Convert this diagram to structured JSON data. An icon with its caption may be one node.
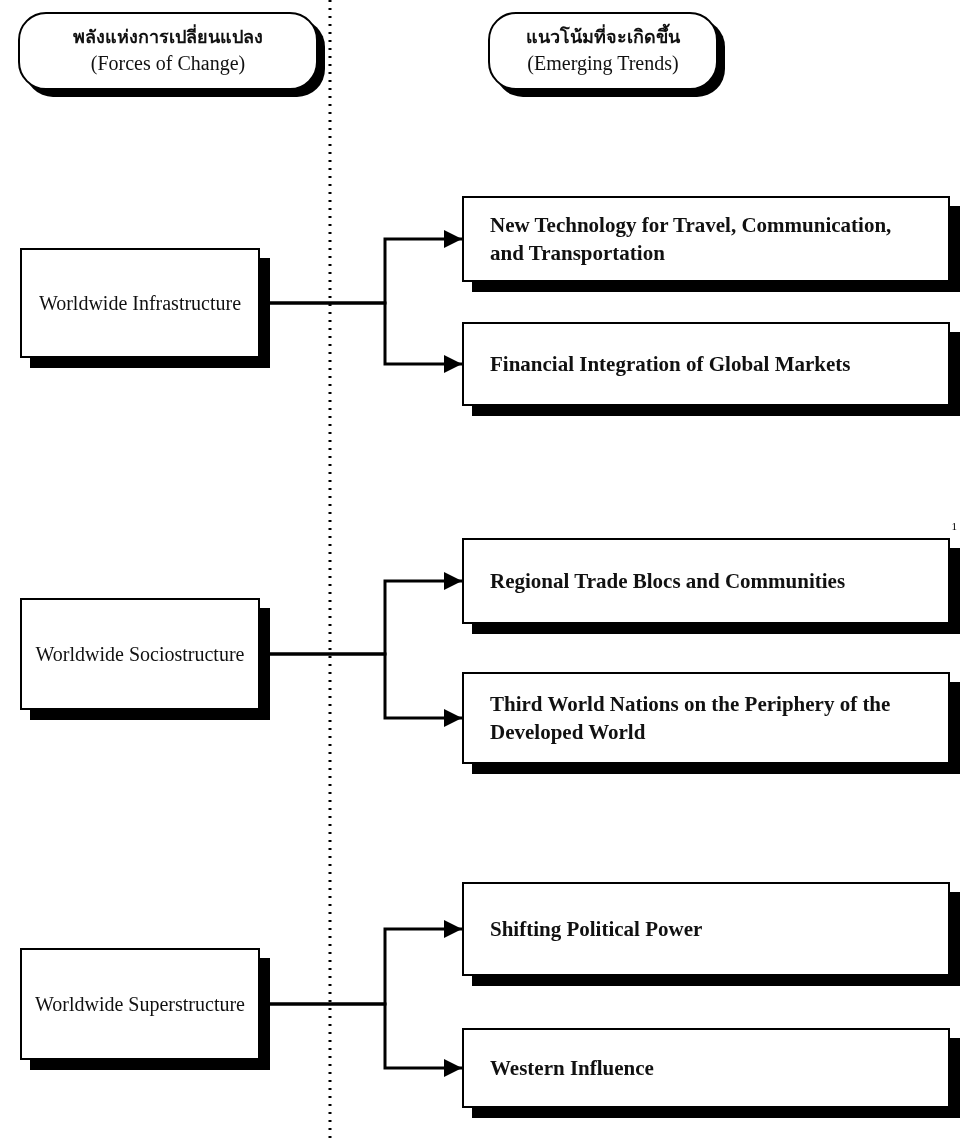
{
  "diagram": {
    "nodes": [
      {
        "text": [
          "พลังแห่งการเปลี่ยนแปลง",
          "(Forces of Change)"
        ]
      },
      {
        "text": [
          "แนวโน้มที่จะเกิดขึ้น",
          "(Emerging Trends)"
        ]
      },
      {
        "text": [
          "Worldwide Infrastructure"
        ]
      },
      {
        "text": [
          "New Technology for Travel, Communication, and Transportation"
        ]
      },
      {
        "text": [
          "Financial Integration of Global Markets"
        ]
      },
      {
        "text": [
          "Worldwide Sociostructure"
        ]
      },
      {
        "text": [
          "Regional Trade Blocs and Communities"
        ]
      },
      {
        "text": [
          "Third World Nations on the Periphery of the Developed World"
        ]
      },
      {
        "text": [
          "Worldwide Superstructure"
        ]
      },
      {
        "text": [
          "Shifting Political Power"
        ]
      },
      {
        "text": [
          "Western Influence"
        ]
      }
    ],
    "edges": [
      {
        "from": 2,
        "to": 3,
        "arrow": "to"
      },
      {
        "from": 2,
        "to": 4,
        "arrow": "to"
      },
      {
        "from": 5,
        "to": 6,
        "arrow": "to"
      },
      {
        "from": 5,
        "to": 7,
        "arrow": "to"
      },
      {
        "from": 8,
        "to": 9,
        "arrow": "to"
      },
      {
        "from": 8,
        "to": 10,
        "arrow": "to"
      }
    ],
    "labels": [
      "1"
    ]
  }
}
